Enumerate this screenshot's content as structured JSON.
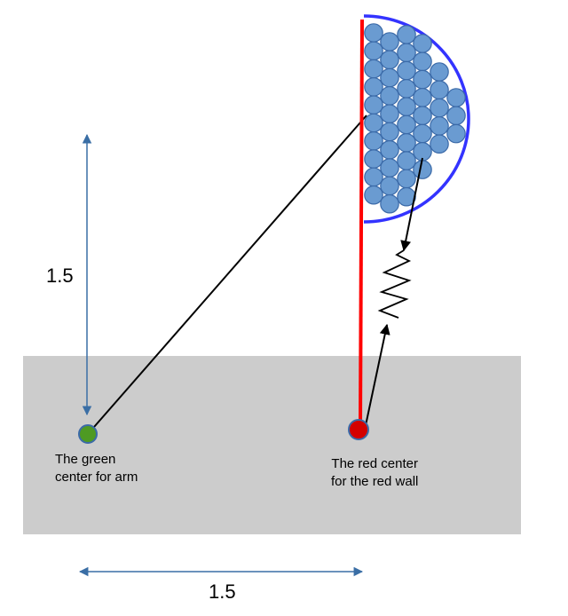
{
  "labels": {
    "vertical_dimension": "1.5",
    "horizontal_dimension": "1.5",
    "green_center": "The green\ncenter for arm",
    "red_center": "The red center\nfor the red wall"
  },
  "colors": {
    "base_rect": "#cccccc",
    "green_dot": "#4e9a23",
    "red_dot": "#d40000",
    "red_wall": "#ff0000",
    "particle_fill": "#6a9bd1",
    "particle_stroke": "#3b6aa8",
    "boundary": "#3333ff",
    "dimension_arrow": "#3a6ea5",
    "link_line": "#000000"
  },
  "icons": {
    "spring": "spring-icon",
    "particles": "particle-icon"
  }
}
